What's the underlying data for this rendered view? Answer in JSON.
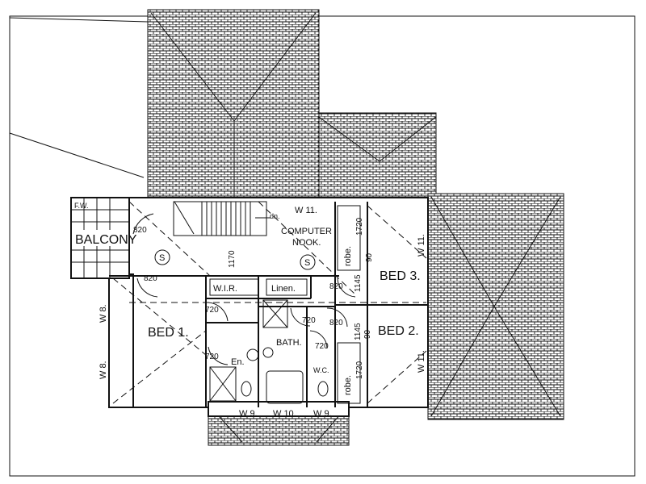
{
  "rooms": {
    "balcony": "BALCONY",
    "bed1": "BED 1.",
    "bed2": "BED 2.",
    "bed3": "BED 3.",
    "bath": "BATH.",
    "ensuite": "En.",
    "wir": "W.I.R.",
    "linen": "Linen.",
    "computer_nook_1": "COMPUTER",
    "computer_nook_2": "NOOK.",
    "robe": "robe.",
    "wc": "W.C.",
    "fw": "F.W."
  },
  "windows": {
    "w11": "W 11.",
    "w8": "W 8.",
    "w9": "W 9.",
    "w10": "W 10."
  },
  "dimensions": {
    "d820": "820",
    "d720": "720",
    "d1170": "1170",
    "d1720": "1720",
    "d1145": "1145",
    "d90": "90"
  },
  "symbols": {
    "smoke": "S",
    "stair_down": "dn."
  }
}
